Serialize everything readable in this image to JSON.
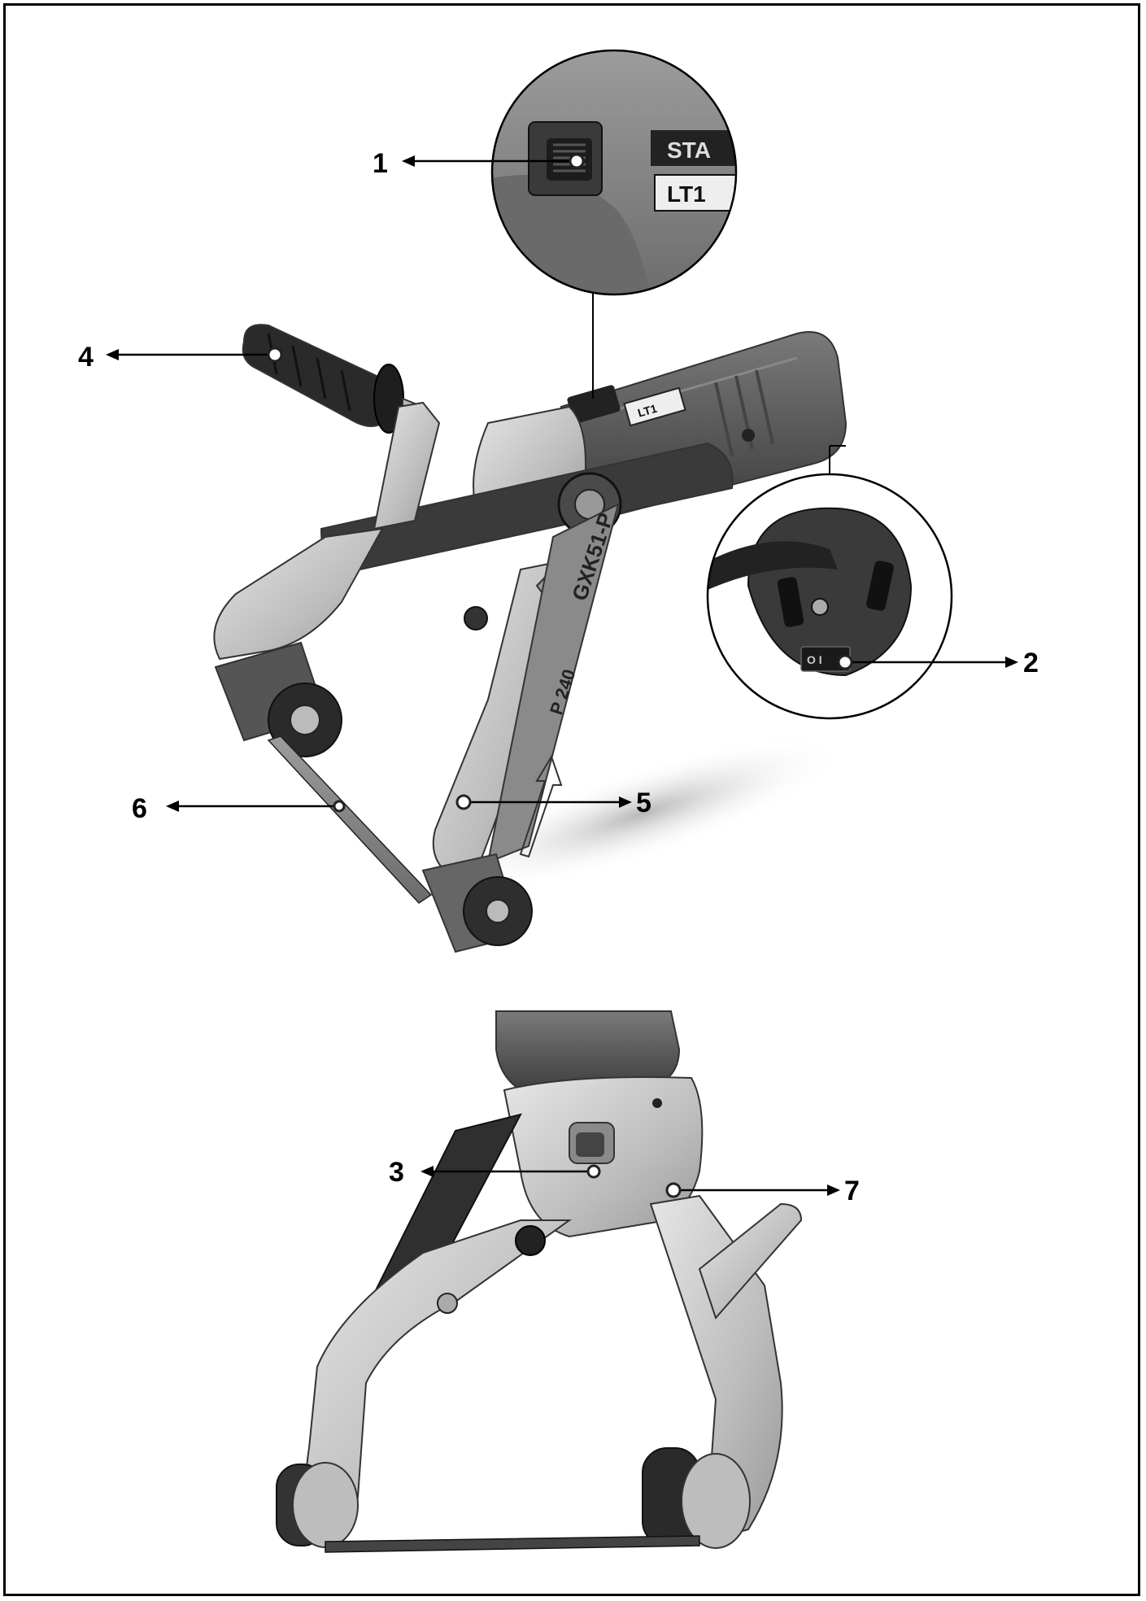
{
  "callouts": [
    {
      "id": "1",
      "label": "1"
    },
    {
      "id": "2",
      "label": "2"
    },
    {
      "id": "3",
      "label": "3"
    },
    {
      "id": "4",
      "label": "4"
    },
    {
      "id": "5",
      "label": "5"
    },
    {
      "id": "6",
      "label": "6"
    },
    {
      "id": "7",
      "label": "7"
    }
  ],
  "product": {
    "brand_mark": "STA",
    "model_mark": "LT1",
    "belt_print_model": "GXK51-P",
    "belt_print_grit": "P 240",
    "switch_mark": "O I"
  },
  "colors": {
    "frame": "#000000",
    "motor_body": "#5a5a5a",
    "aluminium": "#c9c9c9",
    "belt": "#3a3a3a",
    "grip": "#2a2a2a"
  }
}
